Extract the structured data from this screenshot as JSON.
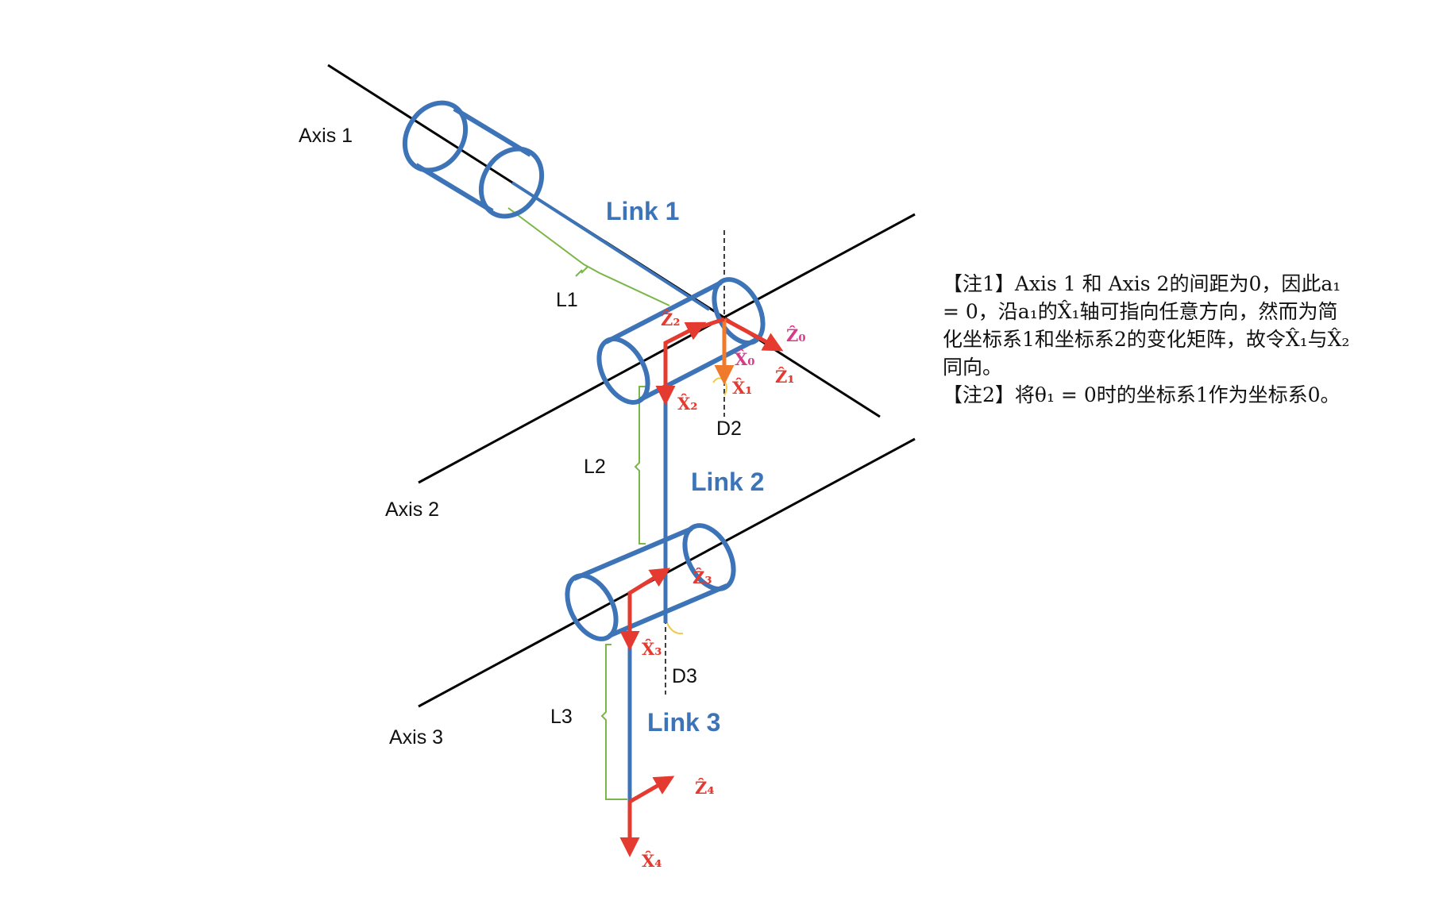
{
  "axes": {
    "axis1": "Axis 1",
    "axis2": "Axis 2",
    "axis3": "Axis 3"
  },
  "links": {
    "link1": "Link 1",
    "link2": "Link 2",
    "link3": "Link 3"
  },
  "lengths": {
    "l1": "L1",
    "l2": "L2",
    "l3": "L3",
    "d2": "D2",
    "d3": "D3"
  },
  "frames": {
    "z0": "Ẑ₀",
    "x0": "X̂₀",
    "z1": "Ẑ₁",
    "x1": "X̂₁",
    "z2": "Ẑ₂",
    "x2": "X̂₂",
    "z3": "Ẑ₃",
    "x3": "X̂₃",
    "z4": "Ẑ₄",
    "x4": "X̂₄"
  },
  "notes": {
    "note1": "【注1】Axis 1 和 Axis 2的间距为0，因此a₁ = 0，沿a₁的X̂₁轴可指向任意方向，然而为简化坐标系1和坐标系2的变化矩阵，故令X̂₁与X̂₂同向。",
    "note2": "【注2】将θ₁ = 0时的坐标系1作为坐标系0。"
  },
  "colors": {
    "axis_line": "#000000",
    "link_blue": "#3d74b8",
    "frame_red": "#e53a2f",
    "frame_orange": "#f07a2b",
    "frame_pink": "#d63c86",
    "brace_green": "#7ab648",
    "brace_yellow": "#f2c94c"
  }
}
